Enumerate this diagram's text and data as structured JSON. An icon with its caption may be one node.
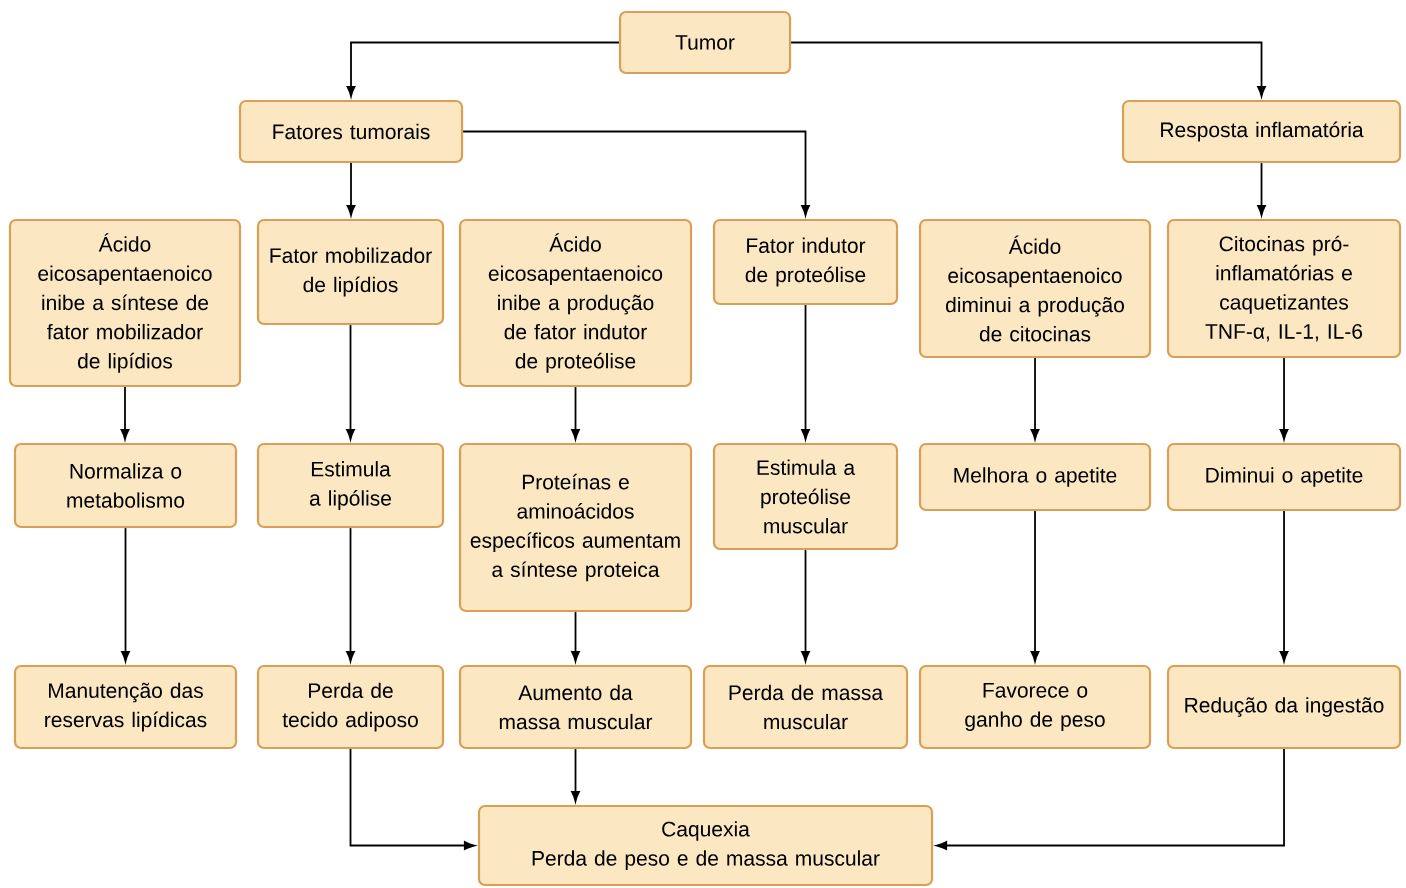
{
  "diagram": {
    "nodes": [
      {
        "text": [
          "Tumor"
        ]
      },
      {
        "text": [
          "Fatores tumorais"
        ]
      },
      {
        "text": [
          "Resposta inflamatória"
        ]
      },
      {
        "text": [
          "Ácido eicosapentaenoico inibe a síntese de fator mobilizador de lipídios"
        ]
      },
      {
        "text": [
          "Fator mobilizador de lipídios"
        ]
      },
      {
        "text": [
          "Ácido eicosapentaenoico inibe a produção de fator indutor de proteólise"
        ]
      },
      {
        "text": [
          "Fator indutor de proteólise"
        ]
      },
      {
        "text": [
          "Ácido eicosapentaenoico diminui a produção de citocinas"
        ]
      },
      {
        "text": [
          "Citocinas pró-inflamatórias e caquetizantes TNF-α, IL-1, IL-6"
        ]
      },
      {
        "text": [
          "Normaliza o metabolismo"
        ]
      },
      {
        "text": [
          "Estimula a lipólise"
        ]
      },
      {
        "text": [
          "Proteínas e aminoácidos específicos aumentam a síntese proteica"
        ]
      },
      {
        "text": [
          "Estimula a proteólise muscular"
        ]
      },
      {
        "text": [
          "Melhora o apetite"
        ]
      },
      {
        "text": [
          "Diminui o apetite"
        ]
      },
      {
        "text": [
          "Manutenção das reservas lipídicas"
        ]
      },
      {
        "text": [
          "Perda de tecido adiposo"
        ]
      },
      {
        "text": [
          "Aumento da massa muscular"
        ]
      },
      {
        "text": [
          "Perda de massa muscular"
        ]
      },
      {
        "text": [
          "Favorece o ganho de peso"
        ]
      },
      {
        "text": [
          "Redução da ingestão"
        ]
      },
      {
        "text": [
          "Caquexia",
          "Perda de peso e de massa muscular"
        ]
      }
    ],
    "edges": [
      {
        "from": 0,
        "to": 1,
        "arrow": "to"
      },
      {
        "from": 0,
        "to": 2,
        "arrow": "to"
      },
      {
        "from": 1,
        "to": 4,
        "arrow": "to"
      },
      {
        "from": 1,
        "to": 6,
        "arrow": "to"
      },
      {
        "from": 2,
        "to": 8,
        "arrow": "to"
      },
      {
        "from": 3,
        "to": 9,
        "arrow": "to"
      },
      {
        "from": 9,
        "to": 15,
        "arrow": "to"
      },
      {
        "from": 4,
        "to": 10,
        "arrow": "to"
      },
      {
        "from": 10,
        "to": 16,
        "arrow": "to"
      },
      {
        "from": 5,
        "to": 11,
        "arrow": "to"
      },
      {
        "from": 11,
        "to": 17,
        "arrow": "to"
      },
      {
        "from": 6,
        "to": 12,
        "arrow": "to"
      },
      {
        "from": 12,
        "to": 18,
        "arrow": "to"
      },
      {
        "from": 7,
        "to": 13,
        "arrow": "to"
      },
      {
        "from": 13,
        "to": 19,
        "arrow": "to"
      },
      {
        "from": 8,
        "to": 14,
        "arrow": "to"
      },
      {
        "from": 14,
        "to": 20,
        "arrow": "to"
      },
      {
        "from": 16,
        "to": 21,
        "arrow": "to"
      },
      {
        "from": 17,
        "to": 21,
        "arrow": "to"
      },
      {
        "from": 20,
        "to": 21,
        "arrow": "to"
      }
    ]
  }
}
